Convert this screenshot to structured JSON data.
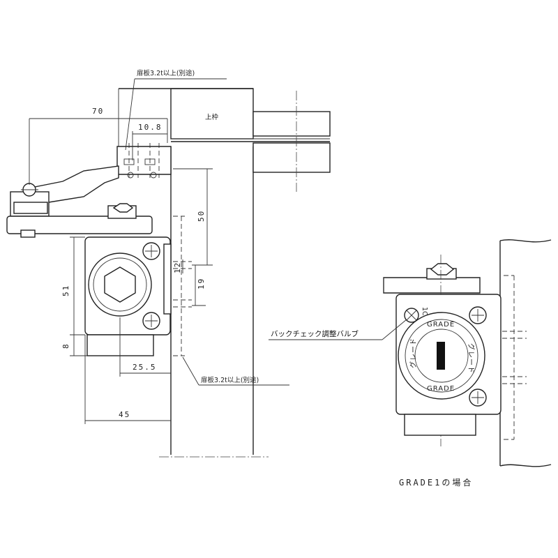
{
  "left_view": {
    "dimensions": {
      "d70": "70",
      "d10_8": "10.8",
      "d50": "50",
      "d51": "51",
      "d19": "19",
      "d12": "12",
      "d8": "8",
      "d25_5": "25.5",
      "d45": "45"
    },
    "notes": {
      "top_frame_note": "扉板3.2t以上(別途)",
      "frame_label": "上枠",
      "bottom_note": "扉板3.2t以上(別途)"
    }
  },
  "right_view": {
    "valve_label": "バックチェック調整バルブ",
    "dial_text_top": "GRADE",
    "dial_text_left": "グレード",
    "dial_text_right": "グレード",
    "dial_text_bottom": "GRADE",
    "badge": "1C",
    "caption": "GRADE1の場合"
  },
  "colors": {
    "line": "#222222",
    "background": "#ffffff"
  }
}
